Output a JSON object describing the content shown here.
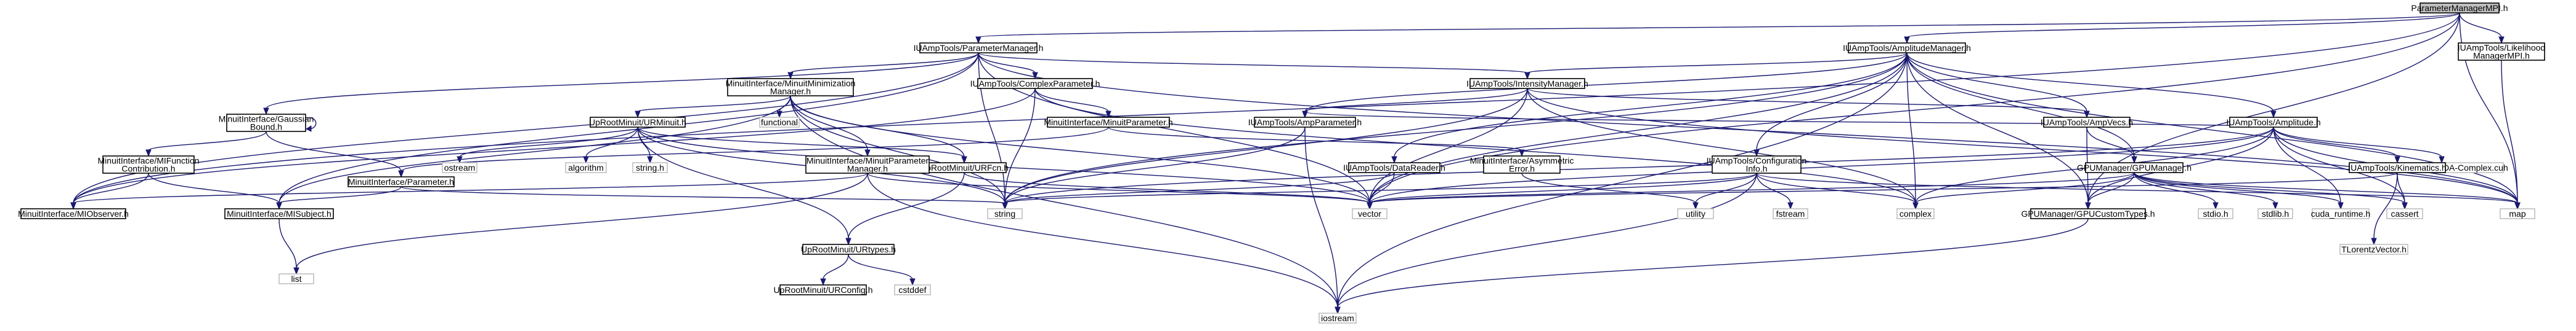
{
  "diagram": {
    "title": "",
    "nodes": [
      {
        "id": "root",
        "lines": [
          "ParameterManagerMPI.h"
        ],
        "kind": "root",
        "interactable": false
      },
      {
        "id": "pm",
        "lines": [
          "IUAmpTools/ParameterManager.h"
        ],
        "kind": "ref",
        "interactable": true
      },
      {
        "id": "am",
        "lines": [
          "IUAmpTools/AmplitudeManager.h"
        ],
        "kind": "ref",
        "interactable": true
      },
      {
        "id": "lmm",
        "lines": [
          "IUAmpTools/Likelihood",
          "ManagerMPI.h"
        ],
        "kind": "ref",
        "interactable": true
      },
      {
        "id": "mmm",
        "lines": [
          "MinuitInterface/MinuitMinimization",
          "Manager.h"
        ],
        "kind": "ref",
        "interactable": true
      },
      {
        "id": "cp",
        "lines": [
          "IUAmpTools/ComplexParameter.h"
        ],
        "kind": "ref",
        "interactable": true
      },
      {
        "id": "im",
        "lines": [
          "IUAmpTools/IntensityManager.h"
        ],
        "kind": "ref",
        "interactable": true
      },
      {
        "id": "gcb",
        "lines": [
          "MinuitInterface/Gaussian",
          "Bound.h"
        ],
        "kind": "ref",
        "interactable": true
      },
      {
        "id": "functional",
        "lines": [
          "functional"
        ],
        "kind": "noref",
        "interactable": false
      },
      {
        "id": "urm",
        "lines": [
          "UpRootMinuit/URMinuit.h"
        ],
        "kind": "ref",
        "interactable": true
      },
      {
        "id": "mp",
        "lines": [
          "MinuitInterface/MinuitParameter.h"
        ],
        "kind": "ref",
        "interactable": true
      },
      {
        "id": "ap",
        "lines": [
          "IUAmpTools/AmpParameter.h"
        ],
        "kind": "ref",
        "interactable": true
      },
      {
        "id": "av",
        "lines": [
          "IUAmpTools/AmpVecs.h"
        ],
        "kind": "ref",
        "interactable": true
      },
      {
        "id": "amp",
        "lines": [
          "IUAmpTools/Amplitude.h"
        ],
        "kind": "ref",
        "interactable": true
      },
      {
        "id": "mifc",
        "lines": [
          "MinuitInterface/MIFunction",
          "Contribution.h"
        ],
        "kind": "ref",
        "interactable": true
      },
      {
        "id": "ostream",
        "lines": [
          "ostream"
        ],
        "kind": "noref",
        "interactable": false
      },
      {
        "id": "algorithm",
        "lines": [
          "algorithm"
        ],
        "kind": "noref",
        "interactable": false
      },
      {
        "id": "stringh",
        "lines": [
          "string.h"
        ],
        "kind": "noref",
        "interactable": false
      },
      {
        "id": "urfcn",
        "lines": [
          "UpRootMinuit/URFcn.h"
        ],
        "kind": "ref",
        "interactable": true
      },
      {
        "id": "mpar",
        "lines": [
          "MinuitInterface/Parameter.h"
        ],
        "kind": "ref",
        "interactable": true
      },
      {
        "id": "mmpm",
        "lines": [
          "MinuitInterface/MinuitParameter",
          "Manager.h"
        ],
        "kind": "ref",
        "interactable": true
      },
      {
        "id": "mae",
        "lines": [
          "MinuitInterface/Asymmetric",
          "Error.h"
        ],
        "kind": "ref",
        "interactable": true
      },
      {
        "id": "dr",
        "lines": [
          "IUAmpTools/DataReader.h"
        ],
        "kind": "ref",
        "interactable": true
      },
      {
        "id": "ci",
        "lines": [
          "IUAmpTools/Configuration",
          "Info.h"
        ],
        "kind": "ref",
        "interactable": true
      },
      {
        "id": "gpum",
        "lines": [
          "GPUManager/GPUManager.h"
        ],
        "kind": "ref",
        "interactable": true
      },
      {
        "id": "gpucc",
        "lines": [
          "GPUManager/CUDA-Complex.cuh"
        ],
        "kind": "noref",
        "interactable": false
      },
      {
        "id": "kin",
        "lines": [
          "IUAmpTools/Kinematics.h"
        ],
        "kind": "ref",
        "interactable": true
      },
      {
        "id": "mio",
        "lines": [
          "MinuitInterface/MIObserver.h"
        ],
        "kind": "ref",
        "interactable": true
      },
      {
        "id": "mis",
        "lines": [
          "MinuitInterface/MISubject.h"
        ],
        "kind": "ref",
        "interactable": true
      },
      {
        "id": "string",
        "lines": [
          "string"
        ],
        "kind": "noref",
        "interactable": false
      },
      {
        "id": "vector",
        "lines": [
          "vector"
        ],
        "kind": "noref",
        "interactable": false
      },
      {
        "id": "urt",
        "lines": [
          "UpRootMinuit/URtypes.h"
        ],
        "kind": "ref",
        "interactable": true
      },
      {
        "id": "utility",
        "lines": [
          "utility"
        ],
        "kind": "noref",
        "interactable": false
      },
      {
        "id": "fstream",
        "lines": [
          "fstream"
        ],
        "kind": "noref",
        "interactable": false
      },
      {
        "id": "complex",
        "lines": [
          "complex"
        ],
        "kind": "noref",
        "interactable": false
      },
      {
        "id": "gpuct",
        "lines": [
          "GPUManager/GPUCustomTypes.h"
        ],
        "kind": "ref",
        "interactable": true
      },
      {
        "id": "stdio",
        "lines": [
          "stdio.h"
        ],
        "kind": "noref",
        "interactable": false
      },
      {
        "id": "stdlib",
        "lines": [
          "stdlib.h"
        ],
        "kind": "noref",
        "interactable": false
      },
      {
        "id": "cuda",
        "lines": [
          "cuda_runtime.h"
        ],
        "kind": "noref",
        "interactable": false
      },
      {
        "id": "cassert",
        "lines": [
          "cassert"
        ],
        "kind": "noref",
        "interactable": false
      },
      {
        "id": "tlv",
        "lines": [
          "TLorentzVector.h"
        ],
        "kind": "noref",
        "interactable": false
      },
      {
        "id": "map",
        "lines": [
          "map"
        ],
        "kind": "noref",
        "interactable": false
      },
      {
        "id": "list",
        "lines": [
          "list"
        ],
        "kind": "noref",
        "interactable": false
      },
      {
        "id": "urc",
        "lines": [
          "UpRootMinuit/URConfig.h"
        ],
        "kind": "ref",
        "interactable": true
      },
      {
        "id": "cstddef",
        "lines": [
          "cstddef"
        ],
        "kind": "noref",
        "interactable": false
      },
      {
        "id": "iostream",
        "lines": [
          "iostream"
        ],
        "kind": "noref",
        "interactable": false
      }
    ],
    "edges": [
      [
        "root",
        "pm"
      ],
      [
        "root",
        "am"
      ],
      [
        "root",
        "lmm"
      ],
      [
        "root",
        "mio"
      ],
      [
        "root",
        "vector"
      ],
      [
        "root",
        "map"
      ],
      [
        "root",
        "gpuct"
      ],
      [
        "pm",
        "mmm"
      ],
      [
        "pm",
        "cp"
      ],
      [
        "pm",
        "im"
      ],
      [
        "pm",
        "gcb"
      ],
      [
        "pm",
        "mio"
      ],
      [
        "pm",
        "mis"
      ],
      [
        "pm",
        "string"
      ],
      [
        "pm",
        "vector"
      ],
      [
        "pm",
        "map"
      ],
      [
        "am",
        "im"
      ],
      [
        "am",
        "ap"
      ],
      [
        "am",
        "av"
      ],
      [
        "am",
        "amp"
      ],
      [
        "am",
        "dr"
      ],
      [
        "am",
        "ci"
      ],
      [
        "am",
        "gpum"
      ],
      [
        "am",
        "gpuct"
      ],
      [
        "am",
        "string"
      ],
      [
        "am",
        "vector"
      ],
      [
        "am",
        "map"
      ],
      [
        "am",
        "complex"
      ],
      [
        "am",
        "iostream"
      ],
      [
        "lmm",
        "map"
      ],
      [
        "mmm",
        "functional"
      ],
      [
        "mmm",
        "urm"
      ],
      [
        "mmm",
        "mmpm"
      ],
      [
        "mmm",
        "urfcn"
      ],
      [
        "mmm",
        "mis"
      ],
      [
        "mmm",
        "string"
      ],
      [
        "mmm",
        "vector"
      ],
      [
        "mmm",
        "iostream"
      ],
      [
        "cp",
        "mp"
      ],
      [
        "cp",
        "mio"
      ],
      [
        "cp",
        "string"
      ],
      [
        "cp",
        "complex"
      ],
      [
        "im",
        "ap"
      ],
      [
        "im",
        "av"
      ],
      [
        "im",
        "string"
      ],
      [
        "im",
        "vector"
      ],
      [
        "im",
        "complex"
      ],
      [
        "im",
        "map"
      ],
      [
        "gcb",
        "gcb"
      ],
      [
        "gcb",
        "mifc"
      ],
      [
        "gcb",
        "mpar"
      ],
      [
        "urm",
        "ostream"
      ],
      [
        "urm",
        "algorithm"
      ],
      [
        "urm",
        "stringh"
      ],
      [
        "urm",
        "urfcn"
      ],
      [
        "urm",
        "urt"
      ],
      [
        "urm",
        "vector"
      ],
      [
        "urm",
        "string"
      ],
      [
        "mp",
        "mpar"
      ],
      [
        "mp",
        "mae"
      ],
      [
        "ap",
        "string"
      ],
      [
        "ap",
        "iostream"
      ],
      [
        "av",
        "gpum"
      ],
      [
        "av",
        "gpuct"
      ],
      [
        "amp",
        "gpucc"
      ],
      [
        "amp",
        "kin"
      ],
      [
        "amp",
        "ap"
      ],
      [
        "amp",
        "gpuct"
      ],
      [
        "amp",
        "cassert"
      ],
      [
        "amp",
        "cuda"
      ],
      [
        "amp",
        "vector"
      ],
      [
        "amp",
        "string"
      ],
      [
        "amp",
        "map"
      ],
      [
        "amp",
        "complex"
      ],
      [
        "mifc",
        "mio"
      ],
      [
        "mifc",
        "mis"
      ],
      [
        "urfcn",
        "urt"
      ],
      [
        "urfcn",
        "vector"
      ],
      [
        "mpar",
        "mis"
      ],
      [
        "mpar",
        "string"
      ],
      [
        "mmpm",
        "mio"
      ],
      [
        "mmpm",
        "list"
      ],
      [
        "mmpm",
        "vector"
      ],
      [
        "mmpm",
        "iostream"
      ],
      [
        "mae",
        "utility"
      ],
      [
        "dr",
        "string"
      ],
      [
        "dr",
        "vector"
      ],
      [
        "ci",
        "utility"
      ],
      [
        "ci",
        "fstream"
      ],
      [
        "ci",
        "complex"
      ],
      [
        "ci",
        "string"
      ],
      [
        "ci",
        "vector"
      ],
      [
        "ci",
        "map"
      ],
      [
        "ci",
        "iostream"
      ],
      [
        "gpum",
        "gpuct"
      ],
      [
        "gpum",
        "stdio"
      ],
      [
        "gpum",
        "stdlib"
      ],
      [
        "gpum",
        "cuda"
      ],
      [
        "gpum",
        "cassert"
      ],
      [
        "gpum",
        "vector"
      ],
      [
        "gpum",
        "complex"
      ],
      [
        "gpum",
        "map"
      ],
      [
        "kin",
        "tlv"
      ],
      [
        "kin",
        "cassert"
      ],
      [
        "kin",
        "vector"
      ],
      [
        "mis",
        "list"
      ],
      [
        "urt",
        "urc"
      ],
      [
        "urt",
        "cstddef"
      ],
      [
        "gpuct",
        "iostream"
      ]
    ]
  }
}
